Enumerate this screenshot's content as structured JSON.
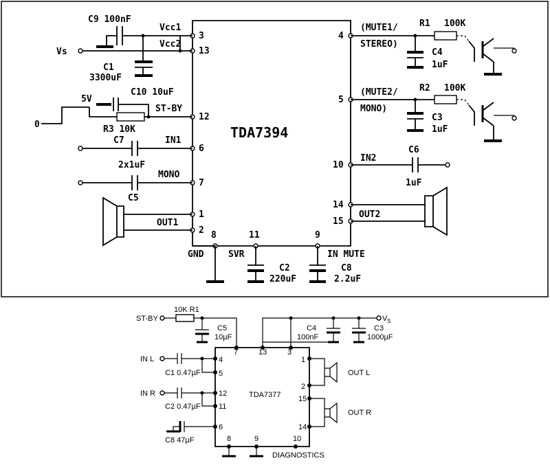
{
  "top": {
    "chip": "TDA7394",
    "labels": {
      "c9": "C9 100nF",
      "vcc1": "Vcc1",
      "vcc2": "Vcc2",
      "vs": "Vs",
      "c1": "C1",
      "c1v": "3300uF",
      "c10": "C10 10uF",
      "v5": "5V",
      "stby": "ST-BY",
      "zero": "0",
      "r3": "R3 10K",
      "c7": "C7",
      "in1": "IN1",
      "c2x": "2x1uF",
      "mono": "MONO",
      "c5": "C5",
      "out1": "OUT1",
      "gnd": "GND",
      "svr": "SVR",
      "c2": "C2",
      "c2v": "220uF",
      "inmute": "IN MUTE",
      "c8": "C8",
      "c8v": "2.2uF",
      "mute1": "(MUTE1/",
      "stereo": "STEREO)",
      "r1": "R1",
      "r1v": "100K",
      "c4": "C4",
      "c4v": "1uF",
      "mute2": "(MUTE2/",
      "mono2": "MONO)",
      "r2": "R2",
      "r2v": "100K",
      "c3": "C3",
      "c3v": "1uF",
      "in2": "IN2",
      "c6": "C6",
      "c6v": "1uF",
      "out2": "OUT2"
    },
    "pins": {
      "p3": "3",
      "p13": "13",
      "p12": "12",
      "p6": "6",
      "p7": "7",
      "p1": "1",
      "p2": "2",
      "p8": "8",
      "p11": "11",
      "p9": "9",
      "p4": "4",
      "p5": "5",
      "p10": "10",
      "p14": "14",
      "p15": "15"
    }
  },
  "bottom": {
    "chip": "TDA7377",
    "labels": {
      "stby": "ST-BY",
      "r1": "10K R1",
      "c5": "C5",
      "c5v": "10µF",
      "c4": "C4",
      "c4v": "100nF",
      "c3": "C3",
      "c3v": "1000µF",
      "vs": "V",
      "vs_sub": "S",
      "inl": "IN L",
      "c1": "C1 0.47µF",
      "inr": "IN R",
      "c2": "C2 0.47µF",
      "c8": "C8 47µF",
      "outl": "OUT L",
      "outr": "OUT R",
      "diag": "DIAGNOSTICS"
    },
    "pins": {
      "p7": "7",
      "p13": "13",
      "p3": "3",
      "p4": "4",
      "p5": "5",
      "p12": "12",
      "p11": "11",
      "p6": "6",
      "p8": "8",
      "p9": "9",
      "p10": "10",
      "p1": "1",
      "p2": "2",
      "p15": "15",
      "p14": "14"
    }
  }
}
